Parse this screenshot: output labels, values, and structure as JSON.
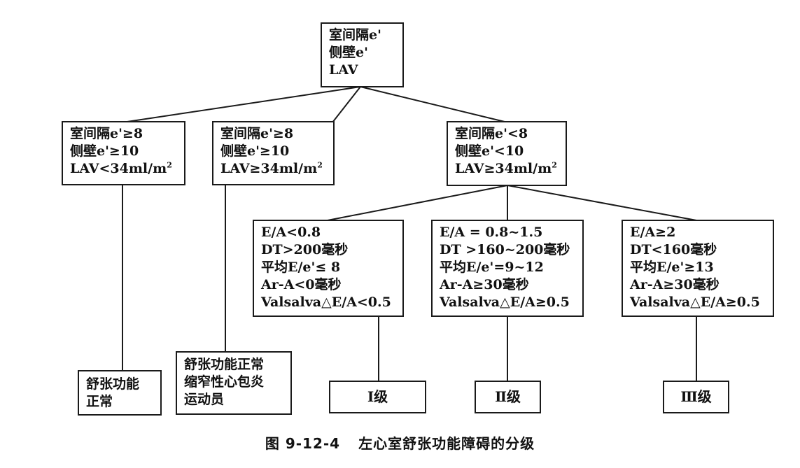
{
  "diagram": {
    "root": {
      "lines": [
        "室间隔e'",
        "侧壁e'",
        "LAV"
      ]
    },
    "branch_normal": {
      "lines": [
        "室间隔e'≥8",
        "侧壁e'≥10",
        "LAV<34ml/m",
        "2"
      ]
    },
    "branch_athlete": {
      "lines": [
        "室间隔e'≥8",
        "侧壁e'≥10",
        "LAV≥34ml/m",
        "2"
      ]
    },
    "branch_abnormal": {
      "lines": [
        "室间隔e'<8",
        "侧壁e'<10",
        "LAV≥34ml/m",
        "2"
      ]
    },
    "criteria_grade1": {
      "lines": [
        "E/A<0.8",
        "DT>200毫秒",
        "平均E/e'≤ 8",
        "Ar-A<0毫秒",
        "Valsalva△E/A<0.5"
      ]
    },
    "criteria_grade2": {
      "lines": [
        "E/A = 0.8~1.5",
        "DT >160~200毫秒",
        "平均E/e'=9~12",
        "Ar-A≥30毫秒",
        "Valsalva△E/A≥0.5"
      ]
    },
    "criteria_grade3": {
      "lines": [
        "E/A≥2",
        "DT<160毫秒",
        "平均E/e'≥13",
        "Ar-A≥30毫秒",
        "Valsalva△E/A≥0.5"
      ]
    },
    "outcome_normal": {
      "lines": [
        "舒张功能",
        "正常"
      ]
    },
    "outcome_athlete": {
      "lines": [
        "舒张功能正常",
        "缩窄性心包炎",
        "运动员"
      ]
    },
    "outcome_grade1": {
      "label": "Ⅰ级"
    },
    "outcome_grade2": {
      "label": "Ⅱ级"
    },
    "outcome_grade3": {
      "label": "Ⅲ级"
    }
  },
  "caption": {
    "number": "图 9-12-4",
    "title": "左心室舒张功能障碍的分级"
  },
  "colors": {
    "line": "#1a1a1a",
    "text": "#111111",
    "background": "#ffffff"
  }
}
